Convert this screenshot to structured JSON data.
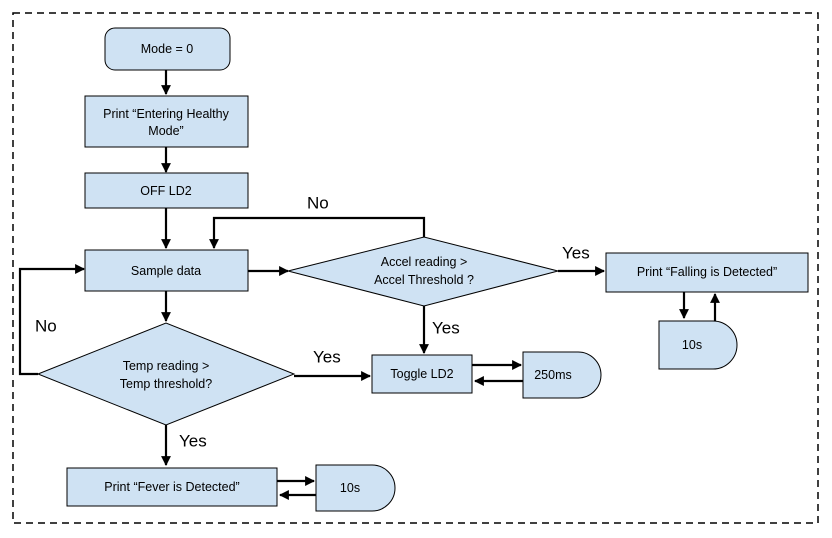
{
  "nodes": {
    "mode": "Mode = 0",
    "print_healthy_1": "Print “Entering Healthy",
    "print_healthy_2": "Mode”",
    "off_ld2": "OFF LD2",
    "sample": "Sample data",
    "accel_1": "Accel reading >",
    "accel_2": "Accel Threshold ?",
    "falling": "Print “Falling is Detected”",
    "delay_fall": "10s",
    "temp_1": "Temp reading >",
    "temp_2": "Temp threshold?",
    "toggle": "Toggle LD2",
    "delay_toggle": "250ms",
    "fever": "Print “Fever is Detected”",
    "delay_fever": "10s"
  },
  "edges": {
    "accel_no": "No",
    "accel_yes_right": "Yes",
    "accel_yes_down": "Yes",
    "temp_no": "No",
    "temp_yes_right": "Yes",
    "temp_yes_down": "Yes"
  }
}
